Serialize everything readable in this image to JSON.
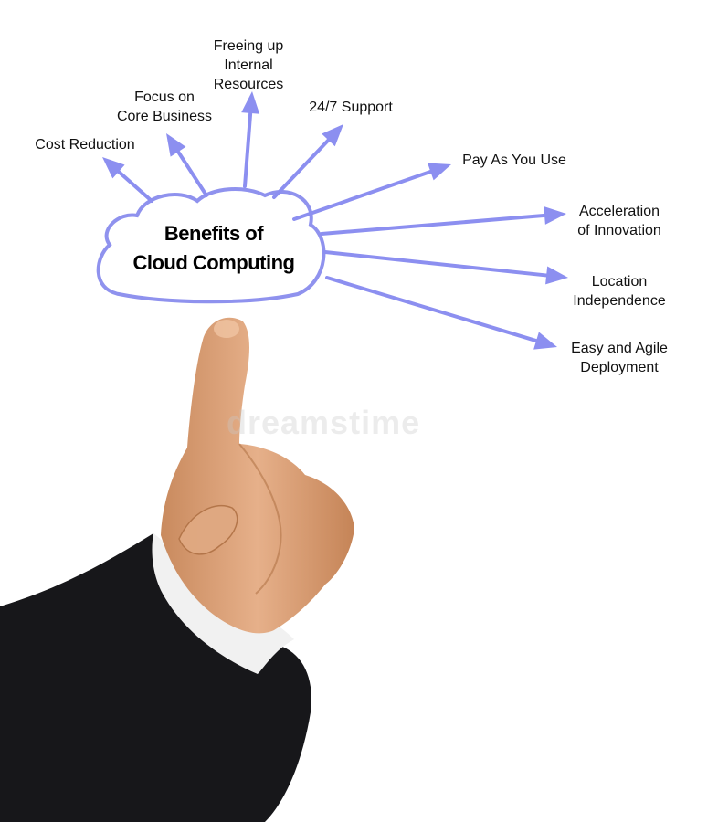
{
  "diagram": {
    "title_lines": [
      "Benefits of",
      "Cloud Computing"
    ],
    "benefits": [
      {
        "lines": [
          "Cost Reduction"
        ]
      },
      {
        "lines": [
          "Focus on",
          "Core Business"
        ]
      },
      {
        "lines": [
          "Freeing up",
          "Internal",
          "Resources"
        ]
      },
      {
        "lines": [
          "24/7 Support"
        ]
      },
      {
        "lines": [
          "Pay As You Use"
        ]
      },
      {
        "lines": [
          "Acceleration",
          "of Innovation"
        ]
      },
      {
        "lines": [
          "Location",
          "Independence"
        ]
      },
      {
        "lines": [
          "Easy and Agile",
          "Deployment"
        ]
      }
    ]
  },
  "watermark": "dreamstime",
  "colors": {
    "arrow": "#8c8ff0",
    "cloud_stroke": "#8f92ee",
    "sleeve": "#17171a",
    "cuff": "#f1f1f1",
    "skin": "#dfa47a"
  }
}
